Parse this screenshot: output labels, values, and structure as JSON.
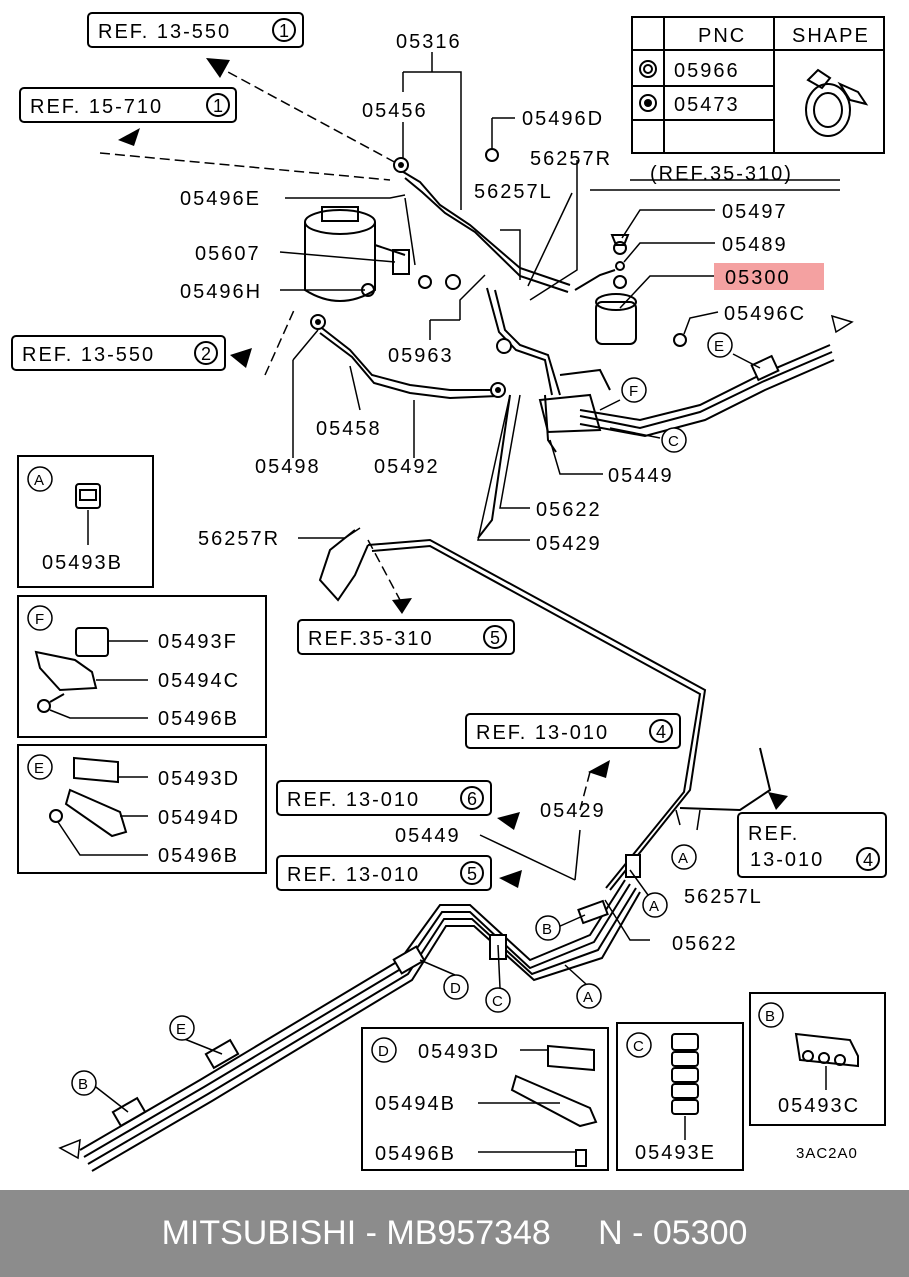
{
  "table": {
    "header_pnc": "PNC",
    "header_shape": "SHAPE",
    "rows": [
      {
        "symbol": "circle-hollow",
        "pnc": "05966"
      },
      {
        "symbol": "circle-filled",
        "pnc": "05473"
      }
    ]
  },
  "refs": {
    "r1": "REF. 13-550",
    "r1n": "1",
    "r2": "REF. 15-710",
    "r2n": "1",
    "r3": "REF. 13-550",
    "r3n": "2",
    "r4": "(REF.35-310)",
    "r5": "REF.35-310",
    "r5n": "5",
    "r6": "REF. 13-010",
    "r6n": "4",
    "r7": "REF. 13-010",
    "r7n": "6",
    "r8": "REF. 13-010",
    "r8n": "5",
    "r9a": "REF.",
    "r9b": "13-010",
    "r9n": "4"
  },
  "parts": {
    "p05316": "05316",
    "p05456": "05456",
    "p05496D": "05496D",
    "p56257R_top": "56257R",
    "p56257L_top": "56257L",
    "p05496E": "05496E",
    "p05497": "05497",
    "p05607": "05607",
    "p05489": "05489",
    "p05300": "05300",
    "p05496H": "05496H",
    "p05496C": "05496C",
    "p05963": "05963",
    "p05458": "05458",
    "p05498": "05498",
    "p05492": "05492",
    "p05449_top": "05449",
    "p05622_top": "05622",
    "p05429_top": "05429",
    "p56257R_mid": "56257R",
    "p05429_mid": "05429",
    "p05449_mid": "05449",
    "p56257L_mid": "56257L",
    "p05622_mid": "05622"
  },
  "callouts": {
    "A": "A",
    "B": "B",
    "C": "C",
    "D": "D",
    "E": "E",
    "F": "F"
  },
  "inset_A": {
    "letter": "A",
    "part": "05493B"
  },
  "inset_F": {
    "letter": "F",
    "parts": [
      "05493F",
      "05494C",
      "05496B"
    ]
  },
  "inset_E": {
    "letter": "E",
    "parts": [
      "05493D",
      "05494D",
      "05496B"
    ]
  },
  "inset_D": {
    "letter": "D",
    "parts": [
      "05493D",
      "05494B",
      "05496B"
    ]
  },
  "inset_C": {
    "letter": "C",
    "part": "05493E"
  },
  "inset_B": {
    "letter": "B",
    "part": "05493C"
  },
  "diagram_code": "3AC2A0",
  "footer": {
    "brand": "MITSUBISHI",
    "sep1": " - ",
    "part_number": "MB957348",
    "gap": "     ",
    "pnc_prefix": "N - ",
    "pnc": "05300"
  },
  "colors": {
    "highlight": "#f4a1a1",
    "footer_bg": "#8c8c8c"
  }
}
